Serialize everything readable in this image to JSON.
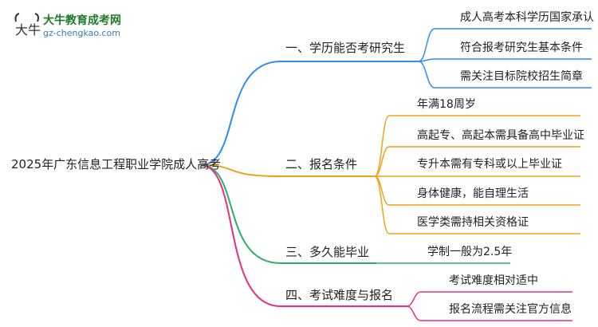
{
  "logo": {
    "title": "大牛教育成考网",
    "url": "gz-chengkao.com",
    "mark": "大牛"
  },
  "root": "2025年广东信息工程职业学院成人高考",
  "colors": {
    "blue": "#2f8cf0",
    "orange": "#f0a21a",
    "green": "#2fae6a",
    "pink": "#e8307a"
  },
  "branches": [
    {
      "label": "一、学历能否考研究生",
      "leaves": [
        "成人高考本科学历国家承认",
        "符合报考研究生基本条件",
        "需关注目标院校招生简章"
      ]
    },
    {
      "label": "二、报名条件",
      "leaves": [
        "年满18周岁",
        "高起专、高起本需具备高中毕业证",
        "专升本需有专科或以上毕业证",
        "身体健康，能自理生活",
        "医学类需持相关资格证"
      ]
    },
    {
      "label": "三、多久能毕业",
      "leaves": [
        "学制一般为2.5年"
      ]
    },
    {
      "label": "四、考试难度与报名",
      "leaves": [
        "考试难度相对适中",
        "报名流程需关注官方信息"
      ]
    }
  ]
}
